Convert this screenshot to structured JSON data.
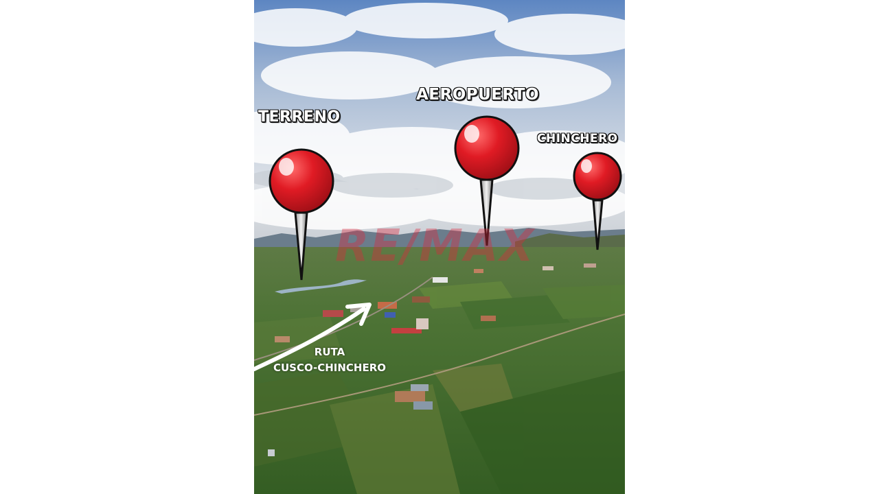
{
  "pins": [
    {
      "label": "TERRENO"
    },
    {
      "label": "AEROPUERTO"
    },
    {
      "label": "CHINCHERO"
    }
  ],
  "route": {
    "line1": "RUTA",
    "line2": "CUSCO-CHINCHERO"
  },
  "watermark": "RE/MAX",
  "colors": {
    "pin_red": "#e01b24",
    "sky_blue": "#6f93c8",
    "field_green": "#3f6b2c",
    "label_text": "#ffffff"
  }
}
